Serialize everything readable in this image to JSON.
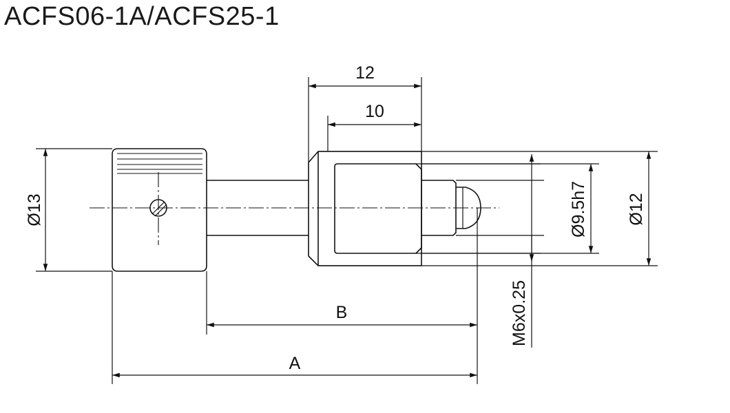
{
  "title": "ACFS06-1A/ACFS25-1",
  "dimensions": {
    "width_12": "12",
    "width_10": "10",
    "diameter_13": "Ø13",
    "diameter_9_5": "Ø9.5h7",
    "diameter_12": "Ø12",
    "thread": "M6x0.25",
    "length_b": "B",
    "length_a": "A"
  }
}
